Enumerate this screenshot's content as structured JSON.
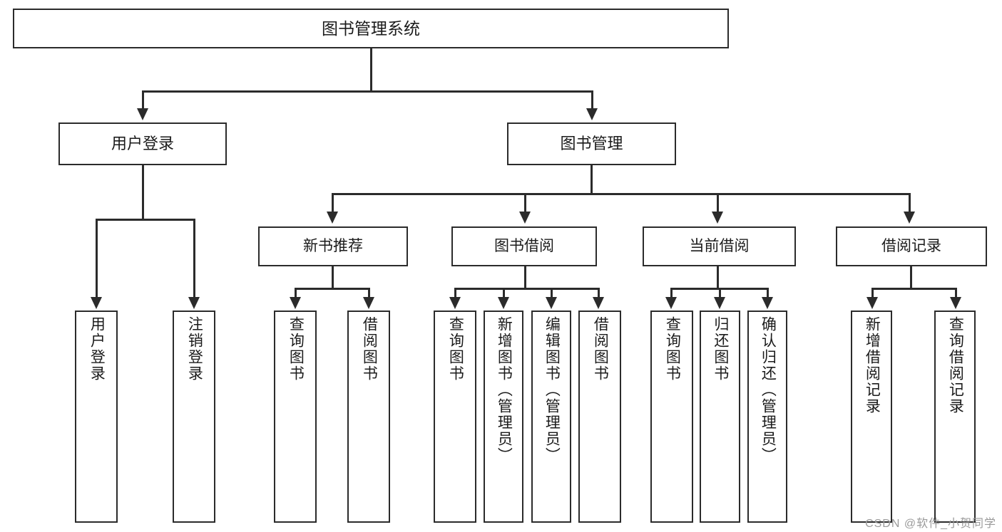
{
  "diagram": {
    "title": "图书管理系统",
    "type": "tree",
    "watermark": "CSDN @软件_小贺同学",
    "colors": {
      "stroke": "#2b2b2b",
      "fill": "#ffffff",
      "text": "#1b1b1b",
      "watermark": "#9a9a9a"
    },
    "root": {
      "label": "图书管理系统"
    },
    "level2": [
      {
        "label": "用户登录"
      },
      {
        "label": "图书管理"
      }
    ],
    "level3": [
      {
        "label": "新书推荐"
      },
      {
        "label": "图书借阅"
      },
      {
        "label": "当前借阅"
      },
      {
        "label": "借阅记录"
      }
    ],
    "leaves": {
      "user_login": [
        {
          "label": "用户登录"
        },
        {
          "label": "注销登录"
        }
      ],
      "new_book": [
        {
          "label": "查询图书"
        },
        {
          "label": "借阅图书"
        }
      ],
      "book_borrow": [
        {
          "label": "查询图书"
        },
        {
          "label": "新增图书（管理员）"
        },
        {
          "label": "编辑图书（管理员）"
        },
        {
          "label": "借阅图书"
        }
      ],
      "current_borrow": [
        {
          "label": "查询图书"
        },
        {
          "label": "归还图书"
        },
        {
          "label": "确认归还（管理员）"
        }
      ],
      "borrow_record": [
        {
          "label": "新增借阅记录"
        },
        {
          "label": "查询借阅记录"
        }
      ]
    }
  }
}
